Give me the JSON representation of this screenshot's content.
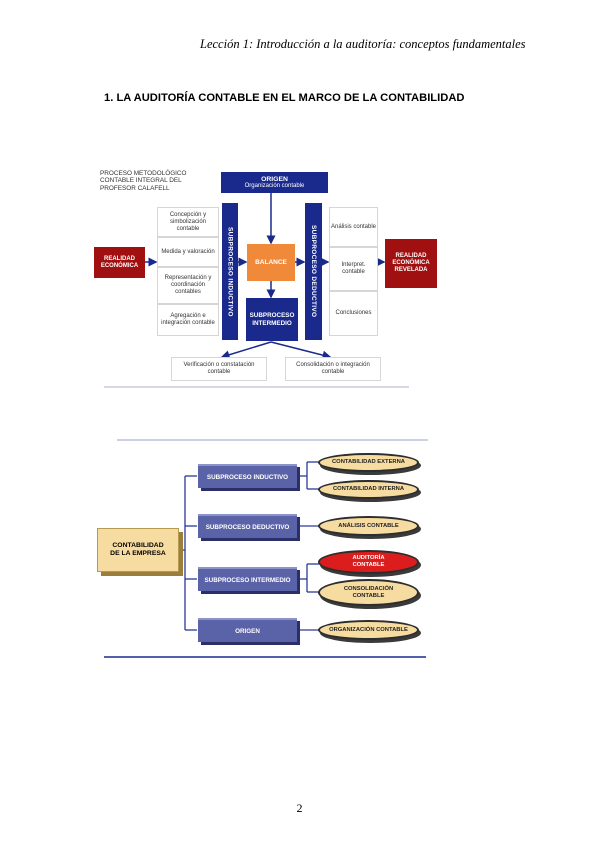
{
  "header": "Lección 1: Introducción a la auditoría: conceptos fundamentales",
  "section_heading": "1.   LA AUDITORÍA CONTABLE EN EL MARCO DE LA CONTABILIDAD",
  "diagram1": {
    "note": [
      "PROCESO METODOLÓGICO",
      "CONTABLE INTEGRAL DEL",
      "PROFESOR CALAFELL"
    ],
    "origen_title": "ORIGEN",
    "origen_sub": "Organización contable",
    "realidad_economica": "REALIDAD ECONÓMICA",
    "left_steps": [
      "Concepción y simbolización contable",
      "Medida y valoración",
      "Representación y coordinación contables",
      "Agregación e integración contable"
    ],
    "inductivo": "SUBPROCESO INDUCTIVO",
    "balance": "BALANCE",
    "intermedio": "SUBPROCESO INTERMEDIO",
    "deductivo": "SUBPROCESO DEDUCTIVO",
    "right_steps": [
      "Análisis contable",
      "Interpret. contable",
      "Conclusiones"
    ],
    "realidad_revelada": "REALIDAD ECONÓMICA REVELADA",
    "verificacion": "Verificación o constatación contable",
    "consolidacion": "Consolidación o integración contable"
  },
  "diagram2": {
    "root": "CONTABILIDAD DE LA EMPRESA",
    "branches": [
      "SUBPROCESO INDUCTIVO",
      "SUBPROCESO DEDUCTIVO",
      "SUBPROCESO INTERMEDIO",
      "ORIGEN"
    ],
    "leaves": {
      "inductivo": [
        "CONTABILIDAD EXTERNA",
        "CONTABILIDAD INTERNA"
      ],
      "deductivo": [
        "ANÁLISIS CONTABLE"
      ],
      "intermedio": [
        "AUDITORÍA CONTABLE",
        "CONSOLIDACIÓN CONTABLE"
      ],
      "origen": [
        "ORGANIZACIÓN CONTABLE"
      ]
    },
    "colors": {
      "branch": "#5b63a8",
      "leaf": "#f7dca1",
      "highlight": "#dc1d1d"
    }
  },
  "page_number": "2"
}
